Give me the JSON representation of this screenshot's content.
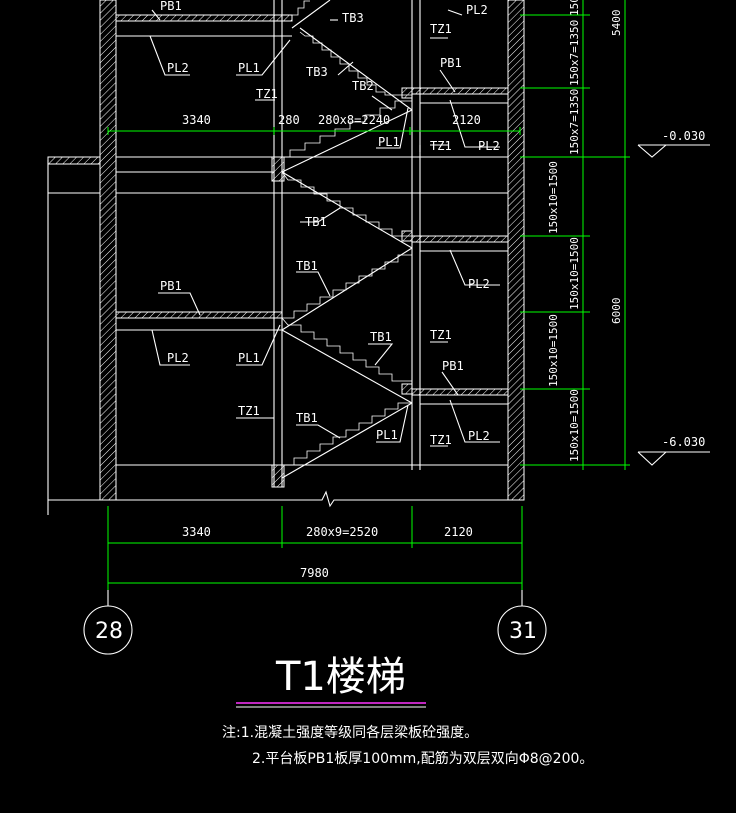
{
  "labels": {
    "pb1": "PB1",
    "pl1": "PL1",
    "pl2": "PL2",
    "tz1": "TZ1",
    "tb1": "TB1",
    "tb2": "TB2",
    "tb3": "TB3"
  },
  "dims": {
    "upper_left": "3340",
    "upper_gap": "280",
    "upper_run": "280x8=2240",
    "upper_right": "2120",
    "lower_left": "3340",
    "lower_run": "280x9=2520",
    "lower_right": "2120",
    "total": "7980"
  },
  "vertical_dims": {
    "v_150_top": "150",
    "v_1350_a": "150x7=1350",
    "v_1350_b": "150x7=1350",
    "v_1500_a": "150x10=1500",
    "v_1500_b": "150x10=1500",
    "v_1500_c": "150x10=1500",
    "v_1500_d": "150x10=1500",
    "v_5400": "5400",
    "v_6000": "6000"
  },
  "elevations": {
    "upper": "-0.030",
    "lower": "-6.030"
  },
  "axes": {
    "left": "28",
    "right": "31"
  },
  "title": "T1楼梯",
  "notes": {
    "line1": "注:1.混凝土强度等级同各层梁板砼强度。",
    "line2": "2.平台板PB1板厚100mm,配筋为双层双向Φ8@200。"
  },
  "colors": {
    "background": "#000000",
    "lines": "#ffffff",
    "dimension": "#00ff00",
    "underline_magenta": "#ff33ff"
  }
}
